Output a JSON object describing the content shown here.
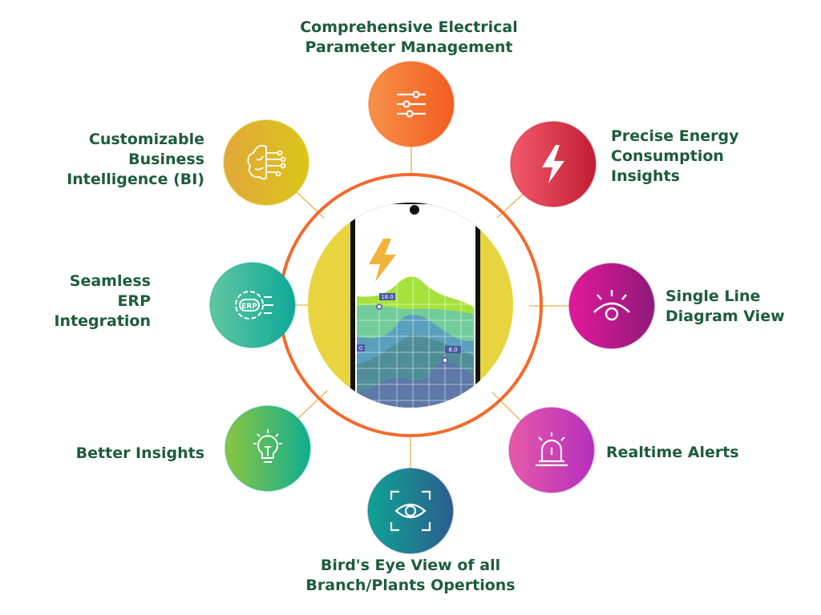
{
  "features": [
    {
      "id": "top",
      "label_lines": [
        "Comprehensive Electrical",
        "Parameter Management"
      ],
      "icon": "sliders-icon",
      "colors": [
        "#f7914a",
        "#f25c1f"
      ]
    },
    {
      "id": "top-right",
      "label_lines": [
        "Precise Energy",
        "Consumption",
        "Insights"
      ],
      "icon": "lightning-icon",
      "colors": [
        "#f25a6a",
        "#c21d34"
      ]
    },
    {
      "id": "right",
      "label_lines": [
        "Single Line",
        "Diagram View"
      ],
      "icon": "eye-rays-icon",
      "colors": [
        "#e3189a",
        "#8e1a7a"
      ]
    },
    {
      "id": "bottom-right",
      "label_lines": [
        "Realtime Alerts"
      ],
      "icon": "alarm-siren-icon",
      "colors": [
        "#e65aa6",
        "#b52fbe"
      ]
    },
    {
      "id": "bottom",
      "label_lines": [
        "Bird's Eye View of all",
        "Branch/Plants Opertions"
      ],
      "icon": "eye-focus-icon",
      "colors": [
        "#0fa394",
        "#2c5d8e"
      ]
    },
    {
      "id": "bottom-left",
      "label_lines": [
        "Better Insights"
      ],
      "icon": "lightbulb-icon",
      "colors": [
        "#8cc63f",
        "#0fae90"
      ]
    },
    {
      "id": "left",
      "label_lines": [
        "Seamless",
        "ERP",
        "Integration"
      ],
      "icon": "erp-gear-icon",
      "icon_text": "ERP",
      "colors": [
        "#62c6a0",
        "#0ea898"
      ]
    },
    {
      "id": "top-left",
      "label_lines": [
        "Customizable",
        "Business",
        "Intelligence (BI)"
      ],
      "icon": "brain-circuit-icon",
      "colors": [
        "#e0a83a",
        "#dcc51a"
      ]
    }
  ],
  "center": {
    "ring_color": "#f26a2b",
    "disc_color": "#e8d43f",
    "phone_chart": {
      "labels": [
        "18.0",
        "8.0",
        "0"
      ]
    }
  }
}
